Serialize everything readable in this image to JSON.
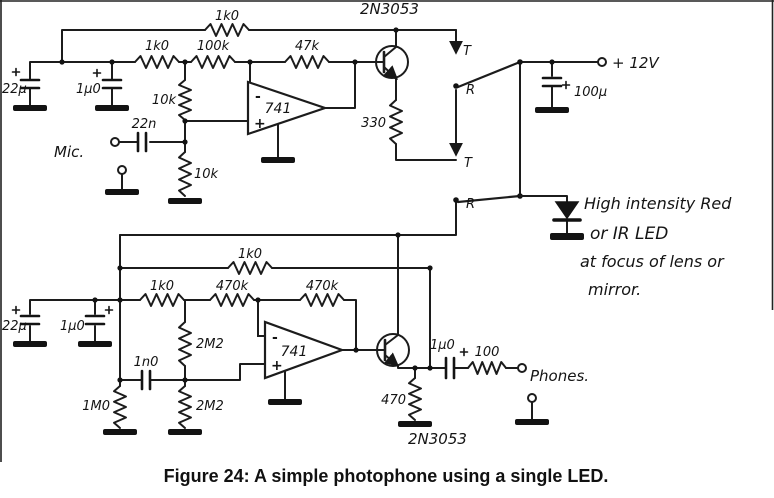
{
  "figure": {
    "caption": "Figure 24: A simple photophone using a single LED."
  },
  "tx": {
    "r_1k0_top": "1k0",
    "q1": "2N3053",
    "r_1k0_in": "1k0",
    "r_100k": "100k",
    "r_47k": "47k",
    "c_22u": "22μ",
    "c_1u0": "1μ0",
    "r_10k_upper": "10k",
    "opamp": "741",
    "c_22n": "22n",
    "mic_label": "Mic.",
    "r_10k_lower": "10k",
    "r_330": "330",
    "sw1_t": "T",
    "sw1_r": "R",
    "sw2_t": "T",
    "sw2_r": "R",
    "supply_label": "+ 12V",
    "c_100u": "100μ"
  },
  "led_note": {
    "line1": "High intensity Red",
    "line2": "or IR LED",
    "line3": "at focus of lens or",
    "line4": "mirror."
  },
  "rx": {
    "r_1k0_fb": "1k0",
    "c_22u": "22μ",
    "c_1u0": "1μ0",
    "r_1k0_in": "1k0",
    "r_470k_a": "470k",
    "r_470k_b": "470k",
    "r_2m2_upper": "2M2",
    "opamp": "741",
    "c_1n0": "1n0",
    "r_1m0": "1M0",
    "r_2m2_lower": "2M2",
    "r_470": "470",
    "q2": "2N3053",
    "c_1u0_out": "1μ0",
    "r_100": "100",
    "phones_label": "Phones."
  },
  "symbols": {
    "minus": "-",
    "plus": "+"
  }
}
